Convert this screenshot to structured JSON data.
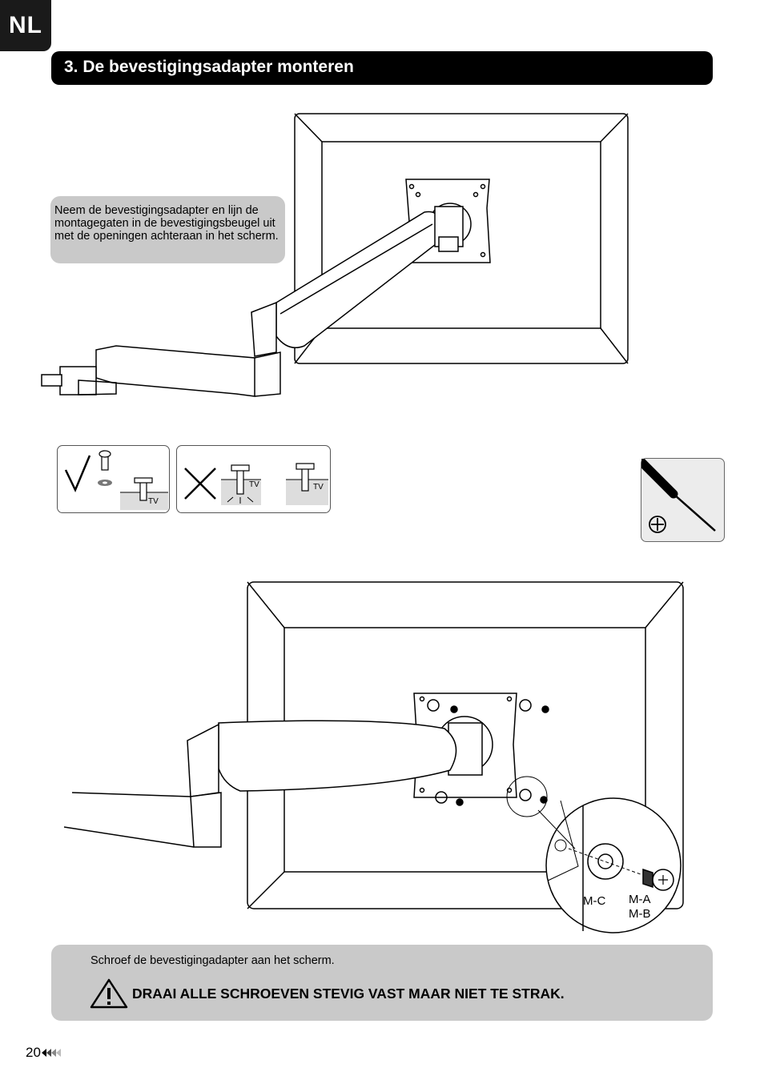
{
  "header": {
    "language_code": "NL",
    "section_title": "3. De bevestigingsadapter monteren"
  },
  "step1": {
    "instruction": "Neem de bevestigingsadapter en lijn de montagegaten in de bevestigingsbeugel uit met de openingen achteraan in het scherm."
  },
  "tips": {
    "correct_tv_label": "TV",
    "wrong_tv_label_1": "TV",
    "wrong_tv_label_2": "TV"
  },
  "tool": {
    "icon": "phillips-screwdriver-icon"
  },
  "step2": {
    "screw_label_c": "M-C",
    "screw_label_a": "M-A",
    "screw_label_b": "M-B"
  },
  "footer": {
    "instruction": "Schroef de bevestigingadapter aan het scherm.",
    "warning": "DRAAI ALLE SCHROEVEN STEVIG VAST MAAR NIET TE STRAK.",
    "page_number": "20"
  }
}
